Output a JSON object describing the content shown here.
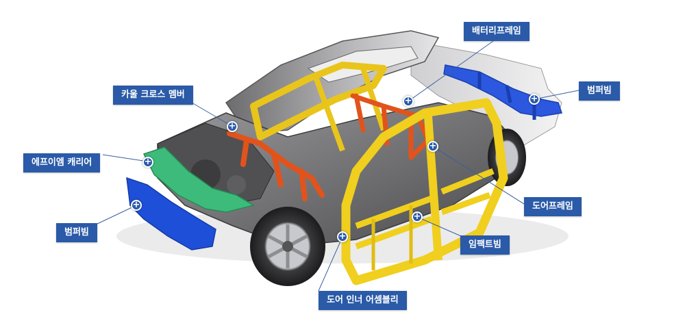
{
  "colors": {
    "label_bg": "#2a5aa8",
    "hotspot_bg": "#2a5aa8",
    "leader": "#3a5f9c",
    "bumper_blue": "#1e4fd8",
    "carrier_green": "#3dbb7a",
    "cowl_orange": "#e2531c",
    "door_yellow": "#f0cf1e",
    "body_gray": "#6e6e70",
    "tire_dark": "#2a2a2c"
  },
  "labels": {
    "battery_frame": "배터리프레임",
    "cowl_cross_member": "카울 크로스 멤버",
    "rear_bumper_beam": "범퍼빔",
    "fem_carrier": "에프이엠 캐리어",
    "front_bumper_beam": "범퍼빔",
    "door_frame": "도어프레임",
    "impact_beam": "임팩트빔",
    "door_inner_assembly": "도어 인너 어셈블리"
  },
  "hotspot_symbol": "+"
}
